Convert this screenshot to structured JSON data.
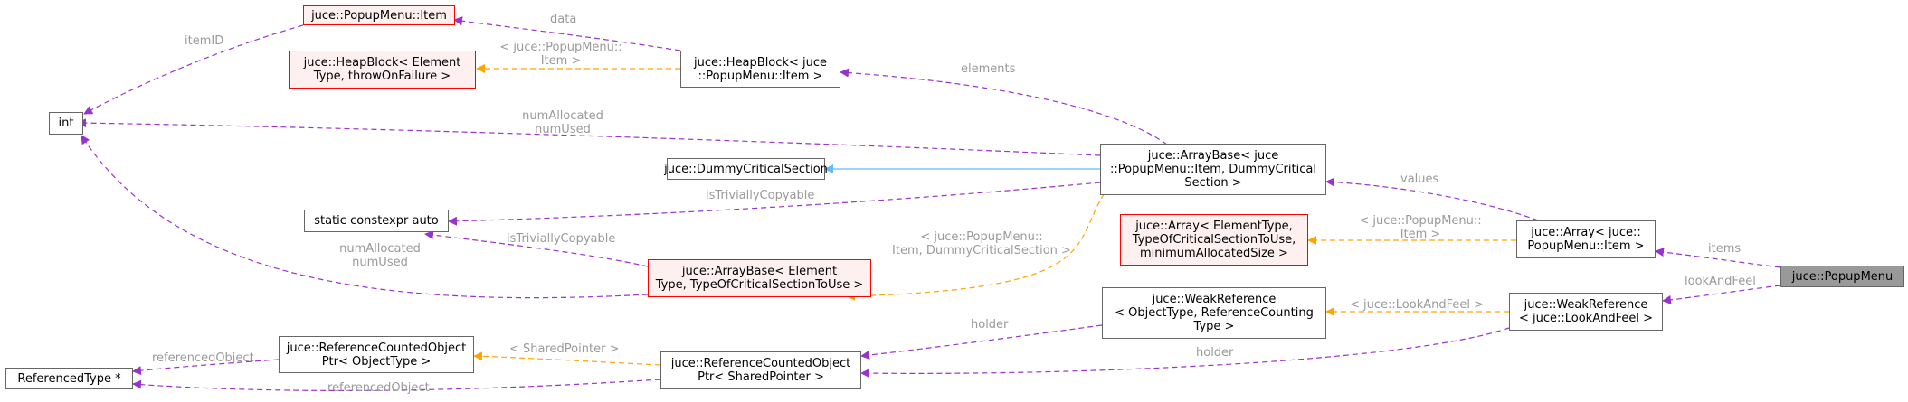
{
  "nodes": {
    "popupmenu_item": "juce::PopupMenu::Item",
    "heapblock_generic": "juce::HeapBlock< Element\nType, throwOnFailure >",
    "heapblock_item": "juce::HeapBlock< juce\n::PopupMenu::Item >",
    "int": "int",
    "dummy_cs": "juce::DummyCriticalSection",
    "arraybase_item": "juce::ArrayBase< juce\n::PopupMenu::Item, DummyCritical\nSection >",
    "static_constexpr": "static constexpr auto",
    "array_generic": "juce::Array< ElementType,\nTypeOfCriticalSectionToUse,\nminimumAllocatedSize >",
    "array_item": "juce::Array< juce::\nPopupMenu::Item >",
    "popupmenu": "juce::PopupMenu",
    "arraybase_generic": "juce::ArrayBase< Element\nType, TypeOfCriticalSectionToUse >",
    "weakref_generic": "juce::WeakReference\n< ObjectType, ReferenceCounting\nType >",
    "weakref_laf": "juce::WeakReference\n< juce::LookAndFeel >",
    "refcounted_generic": "juce::ReferenceCountedObject\nPtr< ObjectType >",
    "refcounted_shared": "juce::ReferenceCountedObject\nPtr< SharedPointer >",
    "referenced_type": "ReferencedType *"
  },
  "edges": {
    "item_id": "itemID",
    "data": "data",
    "tmpl_heapblock": "< juce::PopupMenu::\nItem >",
    "elements": "elements",
    "num_alloc_int": "numAllocated\nnumUsed",
    "is_triv_top": "isTriviallyCopyable",
    "is_triv_bottom": "isTriviallyCopyable",
    "num_alloc_generic": "numAllocated\nnumUsed",
    "tmpl_arraybase": "< juce::PopupMenu::\nItem, DummyCriticalSection >",
    "values": "values",
    "tmpl_array": "< juce::PopupMenu::\nItem >",
    "items": "items",
    "look_and_feel": "lookAndFeel",
    "tmpl_weakref": "< juce::LookAndFeel >",
    "holder_weak": "holder",
    "holder_laf": "holder",
    "tmpl_shared": "< SharedPointer >",
    "referenced_object_top": "referencedObject",
    "referenced_object_bottom": "referencedObject"
  },
  "colors": {
    "usage_edge": "#9a32cd",
    "template_edge": "#ffa500",
    "inheritance_edge": "#63b8ff",
    "missing_border": "#ff0000",
    "focus_fill": "#999999"
  }
}
